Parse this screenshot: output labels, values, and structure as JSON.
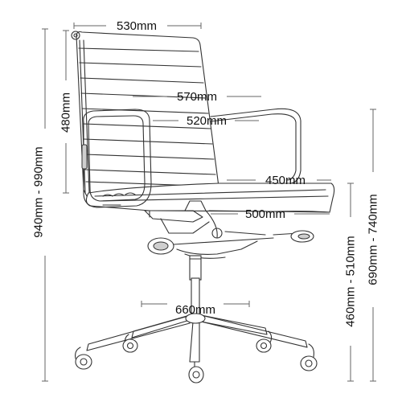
{
  "dimensions": {
    "top_width": "530mm",
    "arm_outer_width": "570mm",
    "arm_inner_width": "520mm",
    "backrest_height": "480mm",
    "seat_depth": "450mm",
    "seat_width": "500mm",
    "base_width": "660mm",
    "total_height": "940mm - 990mm",
    "seat_height": "460mm - 510mm",
    "arm_height": "690mm - 740mm"
  },
  "colors": {
    "line": "#333333",
    "dimension_line": "#666666",
    "text": "#111111",
    "background": "#ffffff"
  }
}
